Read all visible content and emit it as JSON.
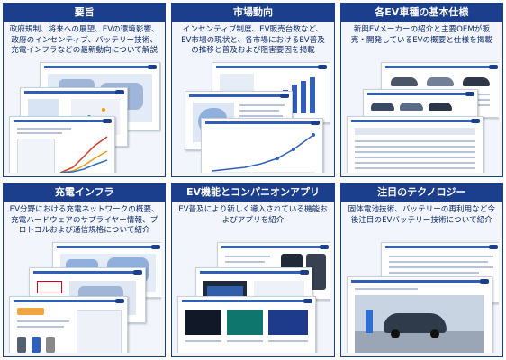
{
  "cards": [
    {
      "title": "要旨",
      "desc": "政府規制、将来への展望、EVの環境影響、政府のインセンティブ、バッテリー技術、充電インフラなどの最新動向について解説"
    },
    {
      "title": "市場動向",
      "desc": "インセンティブ制度、EV販売台数など、EV市場の現状と、各市場におけるEV普及の推移と普及および阻害要因を掲載"
    },
    {
      "title": "各EV車種の基本仕様",
      "desc": "新興EVメーカーの紹介と主要OEMが販売・開発しているEVの概要と仕様を掲載"
    },
    {
      "title": "充電インフラ",
      "desc": "EV分野における充電ネットワークの概要、充電ハードウェアのサプライヤー情報、プロトコルおよび通信規格について紹介"
    },
    {
      "title": "EV機能とコンパニオンアプリ",
      "desc": "EV普及により新しく導入されている機能およびアプリを紹介"
    },
    {
      "title": "注目のテクノロジー",
      "desc": "固体電池技術、バッテリーの再利用など今後注目のEVバッテリー技術について紹介"
    }
  ]
}
